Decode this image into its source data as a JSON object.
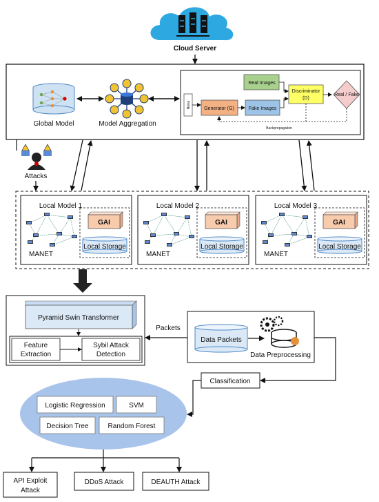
{
  "cloud": {
    "label": "Cloud Server"
  },
  "global": {
    "model_label": "Global Model",
    "aggregation_label": "Model Aggregation"
  },
  "gan": {
    "noise": "Noise",
    "generator": "Generator (G)",
    "real_images": "Real Images",
    "fake_images": "Fake Images",
    "discriminator_line1": "Discriminator",
    "discriminator_line2": "(D)",
    "real_fake": "Real / Fake",
    "backprop": "Backpropagation"
  },
  "attacks": {
    "label": "Attacks"
  },
  "locals": [
    {
      "title": "Local Model 1",
      "manet": "MANET",
      "gai": "GAI",
      "storage": "Local Storage"
    },
    {
      "title": "Local Model 2",
      "manet": "MANET",
      "gai": "GAI",
      "storage": "Local Storage"
    },
    {
      "title": "Local Model 3",
      "manet": "MANET",
      "gai": "GAI",
      "storage": "Local Storage"
    }
  ],
  "pipeline": {
    "pyramid": "Pyramid Swin Transformer",
    "feature_line1": "Feature",
    "feature_line2": "Extraction",
    "sybil_line1": "Sybil Attack",
    "sybil_line2": "Detection",
    "packets": "Packets",
    "data_packets": "Data Packets",
    "preprocessing": "Data Preprocessing",
    "classification": "Classification"
  },
  "classifiers": {
    "logistic": "Logistic Regression",
    "svm": "SVM",
    "decision_tree": "Decision Tree",
    "random_forest": "Random Forest"
  },
  "outcomes": {
    "api_line1": "API Exploit",
    "api_line2": "Attack",
    "ddos": "DDoS Attack",
    "deauth": "DEAUTH Attack"
  },
  "colors": {
    "cloud": "#2ea8e0",
    "ellipse": "#a9c4ea",
    "real_images": "#a9d18e",
    "generator": "#f4b183",
    "fake_images": "#9dc3e6",
    "discriminator": "#ffff66",
    "real_fake": "#f4cccc",
    "gai": "#f8cbad",
    "storage": "#dbe9f7",
    "pyramid": "#dbe9f7",
    "data_packets": "#dbe9f7"
  }
}
